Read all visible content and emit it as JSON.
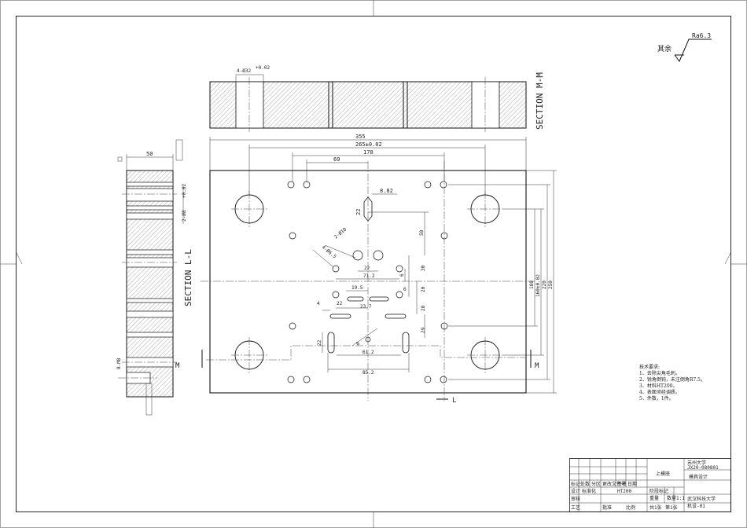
{
  "roughness": {
    "prefix": "其余",
    "value": "Ra6.3"
  },
  "section_mm": {
    "label": "SECTION M-M",
    "hole_callout": "4-Ø32",
    "tolerance": "+0.02"
  },
  "section_ll": {
    "label": "SECTION L-L",
    "dim_width": "50",
    "dim_hole": "2-Ø8",
    "tolerance": "+0.02",
    "dim_thread": "8-M8"
  },
  "plan": {
    "dims": {
      "d355": "355",
      "d265": "265±0.02",
      "d170": "170",
      "d69": "69",
      "d882": "8.82",
      "d22v": "22",
      "d50v": "50",
      "d2phi10": "2-Ø10",
      "d4phi65": "4-Ø6.5",
      "d22h": "22",
      "d712": "71.2",
      "d30v": "30",
      "d6v": "6",
      "d195": "19.5",
      "d20v": "20",
      "d4h": "4",
      "d6h": "6",
      "d22h2": "22",
      "d237": "23.7",
      "d28v": "28",
      "d29v": "29",
      "d22v2": "22",
      "d8v": "8",
      "d612": "61.2",
      "d852": "85.2",
      "d180": "180",
      "d160": "160±0.02",
      "d220": "220",
      "d250": "250"
    },
    "cut_letter_m": "M",
    "cut_letter_l": "L"
  },
  "notes": {
    "title": "技术要求:",
    "items": [
      "1、去除尖角毛刺。",
      "2、锐角倒钝，未注倒角R7.5。",
      "3、材料HT200。",
      "4、表面须经调质。",
      "5、件数，1件。"
    ]
  },
  "title_block": {
    "school_name": "苏州大学",
    "school_code": "JX20-080801",
    "part_name": "上模座",
    "drawing_code": "模具设计",
    "university": "武汉科技大学",
    "class_name": "机设-01",
    "scale": "1:1",
    "sheet": "第1张",
    "material": "HT200",
    "designer": "设计",
    "checker": "审核",
    "approver": "批准",
    "process": "工艺",
    "standard": "标准化",
    "date": "日期",
    "sign": "签名",
    "count": "数量",
    "weight": "重量",
    "ratio": "比例",
    "stage": "阶段标记",
    "total": "共1张",
    "rev_mark": "标记",
    "rev_count": "处数",
    "rev_zone": "分区",
    "rev_doc": "更改文件号"
  }
}
